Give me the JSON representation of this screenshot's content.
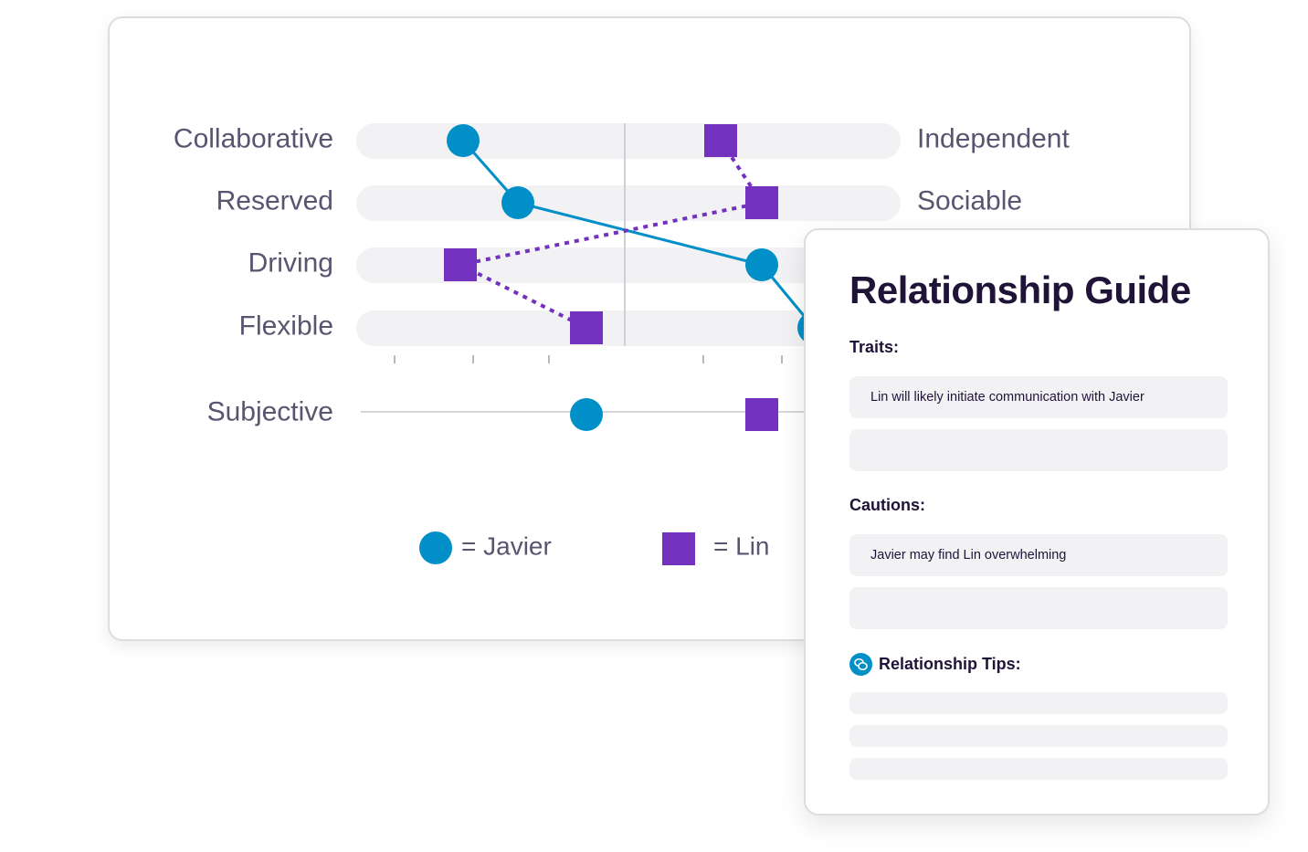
{
  "chart_data": {
    "type": "scatter",
    "scales": [
      {
        "left_label": "Collaborative",
        "right_label": "Independent",
        "javier": -0.59,
        "lin": 0.35
      },
      {
        "left_label": "Reserved",
        "right_label": "Sociable",
        "javier": -0.39,
        "lin": 0.5
      },
      {
        "left_label": "Driving",
        "right_label": "",
        "javier": 0.5,
        "lin": -0.6
      },
      {
        "left_label": "Flexible",
        "right_label": "",
        "javier": 0.69,
        "lin": -0.14
      }
    ],
    "secondary_scale": {
      "left_label": "Subjective",
      "javier": -0.14,
      "lin": 0.5
    },
    "series": [
      {
        "name": "Javier",
        "marker": "circle",
        "color": "#008fc7",
        "line": "solid"
      },
      {
        "name": "Lin",
        "marker": "square",
        "color": "#7331bf",
        "line": "dotted"
      }
    ],
    "legend": {
      "javier_label": "= Javier",
      "lin_label": "= Lin",
      "placement": "bottom"
    },
    "range": [
      -1,
      1
    ]
  },
  "guide": {
    "title": "Relationship Guide",
    "traits_heading": "Traits:",
    "traits_items": [
      "Lin will likely initiate communication with Javier",
      ""
    ],
    "cautions_heading": "Cautions:",
    "cautions_items": [
      "Javier may find Lin overwhelming",
      ""
    ],
    "tips_heading": "Relationship Tips:",
    "tips_icon": "chat-bubbles-icon"
  },
  "colors": {
    "javier": "#008fc7",
    "lin": "#7331bf",
    "track": "#f2f2f4",
    "label_text": "#5a5470",
    "title_text": "#1f1438"
  }
}
